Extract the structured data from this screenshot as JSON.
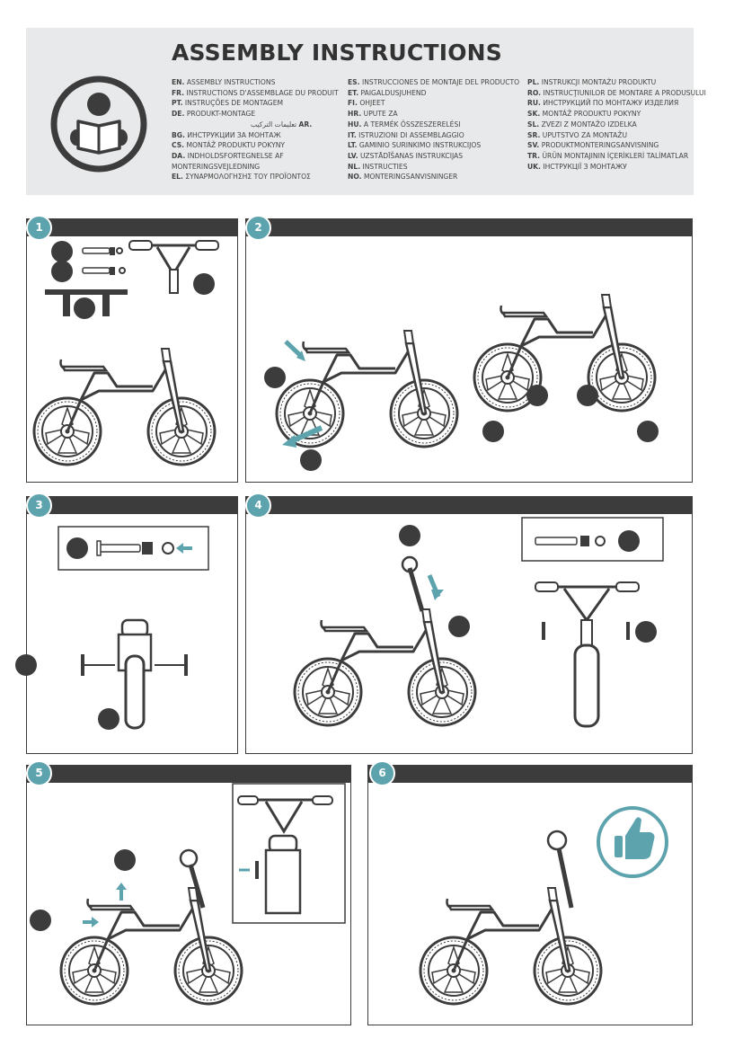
{
  "header": {
    "title": "ASSEMBLY INSTRUCTIONS",
    "icon": "reading-person-icon",
    "columns": [
      [
        {
          "code": "EN.",
          "text": "ASSEMBLY INSTRUCTIONS"
        },
        {
          "code": "FR.",
          "text": "INSTRUCTIONS D'ASSEMBLAGE DU PRODUIT"
        },
        {
          "code": "PT.",
          "text": "INSTRUÇÕES DE MONTAGEM"
        },
        {
          "code": "DE.",
          "text": "PRODUKT-MONTAGE"
        },
        {
          "code": "AR.",
          "text": "تعليمات التركيب"
        },
        {
          "code": "BG.",
          "text": "ИНСТРУКЦИИ ЗА МОНТАЖ"
        },
        {
          "code": "CS.",
          "text": "MONTÁŽ PRODUKTU POKYNY"
        },
        {
          "code": "DA.",
          "text": "INDHOLDSFORTEGNELSE AF MONTERINGSVEJLEDNING"
        },
        {
          "code": "EL.",
          "text": "ΣΥΝΑΡΜΟΛΟΓΗΣΗΣ ΤΟΥ ΠΡΟΪΟΝΤΟΣ"
        }
      ],
      [
        {
          "code": "ES.",
          "text": "INSTRUCCIONES DE MONTAJE DEL PRODUCTO"
        },
        {
          "code": "ET.",
          "text": "PAIGALDUSJUHEND"
        },
        {
          "code": "FI.",
          "text": "OHJEET"
        },
        {
          "code": "HR.",
          "text": "UPUTE ZA"
        },
        {
          "code": "HU.",
          "text": "A TERMÉK ÖSSZESZERELÉSI"
        },
        {
          "code": "IT.",
          "text": "ISTRUZIONI DI ASSEMBLAGGIO"
        },
        {
          "code": "LT.",
          "text": "GAMINIO SURINKIMO INSTRUKCIJOS"
        },
        {
          "code": "LV.",
          "text": "UZSTĀDĪŠANAS INSTRUKCIJAS"
        },
        {
          "code": "NL.",
          "text": "INSTRUCTIES"
        },
        {
          "code": "NO.",
          "text": "MONTERINGSANVISNINGER"
        }
      ],
      [
        {
          "code": "PL.",
          "text": "INSTRUKCJI MONTAŻU PRODUKTU"
        },
        {
          "code": "RO.",
          "text": "INSTRUCŢIUNILOR DE MONTARE A PRODUSULUI"
        },
        {
          "code": "RU.",
          "text": "ИНСТРУКЦИЙ ПО МОНТАЖУ ИЗДЕЛИЯ"
        },
        {
          "code": "SK.",
          "text": "MONTÁŽ PRODUKTU POKYNY"
        },
        {
          "code": "SL.",
          "text": "ZVEZI Z MONTAŽO IZDELKA"
        },
        {
          "code": "SR.",
          "text": "UPUTSTVO ZA MONTAŽU"
        },
        {
          "code": "SV.",
          "text": "PRODUKTMONTERINGSANVISNING"
        },
        {
          "code": "TR.",
          "text": "ÜRÜN MONTAJININ İÇERİKLERİ TALİMATLAR"
        },
        {
          "code": "UK.",
          "text": "ІНСТРУКЦІЇ З МОНТАЖУ"
        }
      ]
    ]
  },
  "steps": [
    {
      "number": "1"
    },
    {
      "number": "2"
    },
    {
      "number": "3"
    },
    {
      "number": "4"
    },
    {
      "number": "5"
    },
    {
      "number": "6"
    }
  ],
  "colors": {
    "accent": "#5da3ad",
    "dark": "#3c3c3c",
    "part_circle": "#3c3c3c",
    "header_bg": "#e8e9ea"
  },
  "icons": [
    "reading-person-icon",
    "thumbs-up-icon",
    "arrow-icon",
    "bolt-icon",
    "wheel-icon",
    "bike-frame-icon"
  ]
}
